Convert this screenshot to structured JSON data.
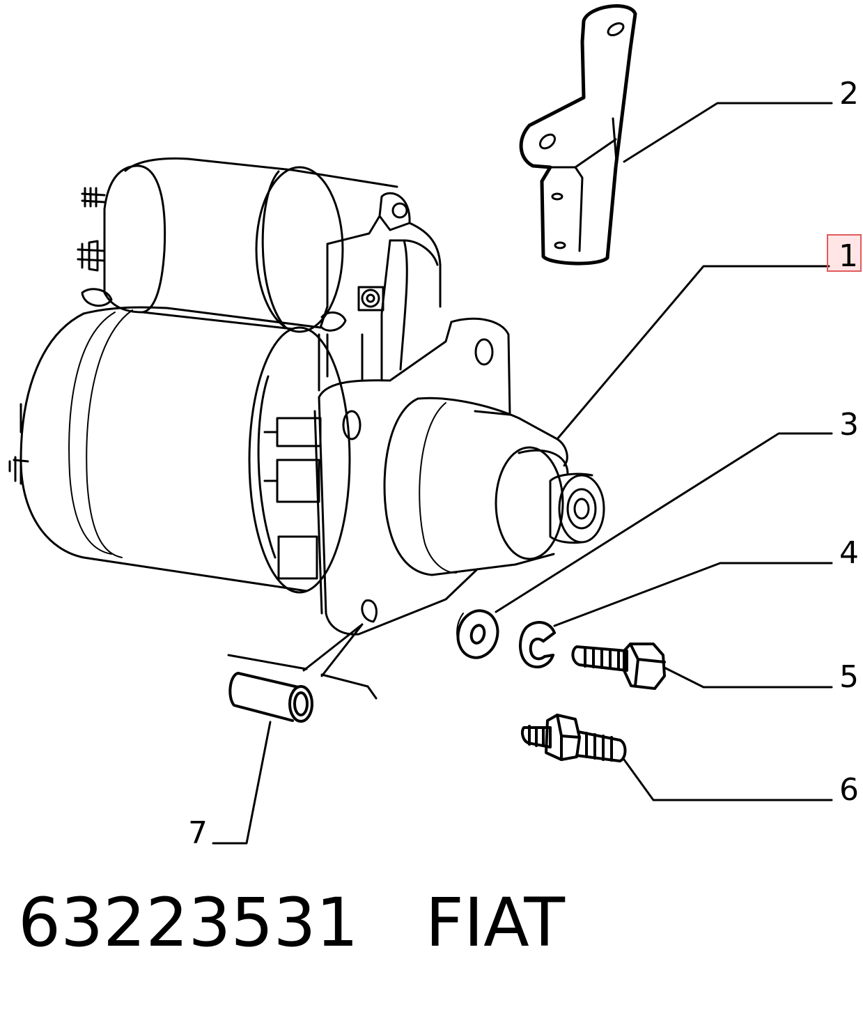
{
  "callouts": {
    "c1": "1",
    "c2": "2",
    "c3": "3",
    "c4": "4",
    "c5": "5",
    "c6": "6",
    "c7": "7"
  },
  "footer": {
    "part_number": "63223531",
    "brand": "FIAT"
  },
  "highlighted_callout": "1",
  "colors": {
    "line": "#000000",
    "highlight_border": "#e05a5a",
    "highlight_fill": "#ffd6d6"
  }
}
